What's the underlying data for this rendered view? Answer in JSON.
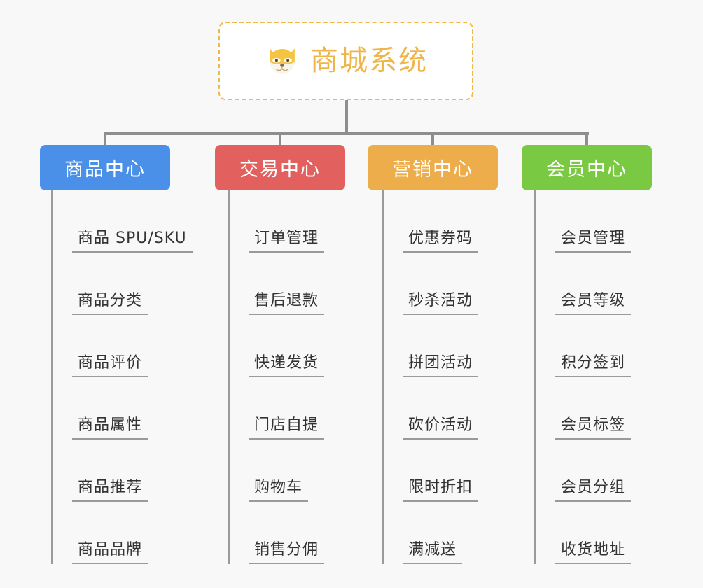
{
  "background_color": "#f8f8f8",
  "root": {
    "title": "商城系统",
    "icon": "shiba-dog-face-icon",
    "border_color": "#efb94a",
    "text_color": "#efb54a",
    "background_color": "#ffffff"
  },
  "connector_color": "#8e8e8e",
  "columns": [
    {
      "label": "商品中心",
      "color": "#4a90e8",
      "items": [
        "商品 SPU/SKU",
        "商品分类",
        "商品评价",
        "商品属性",
        "商品推荐",
        "商品品牌"
      ]
    },
    {
      "label": "交易中心",
      "color": "#e2605d",
      "items": [
        "订单管理",
        "售后退款",
        "快递发货",
        "门店自提",
        "购物车",
        "销售分佣"
      ]
    },
    {
      "label": "营销中心",
      "color": "#eead4b",
      "items": [
        "优惠券码",
        "秒杀活动",
        "拼团活动",
        "砍价活动",
        "限时折扣",
        "满减送"
      ]
    },
    {
      "label": "会员中心",
      "color": "#7ac943",
      "items": [
        "会员管理",
        "会员等级",
        "积分签到",
        "会员标签",
        "会员分组",
        "收货地址"
      ]
    }
  ]
}
